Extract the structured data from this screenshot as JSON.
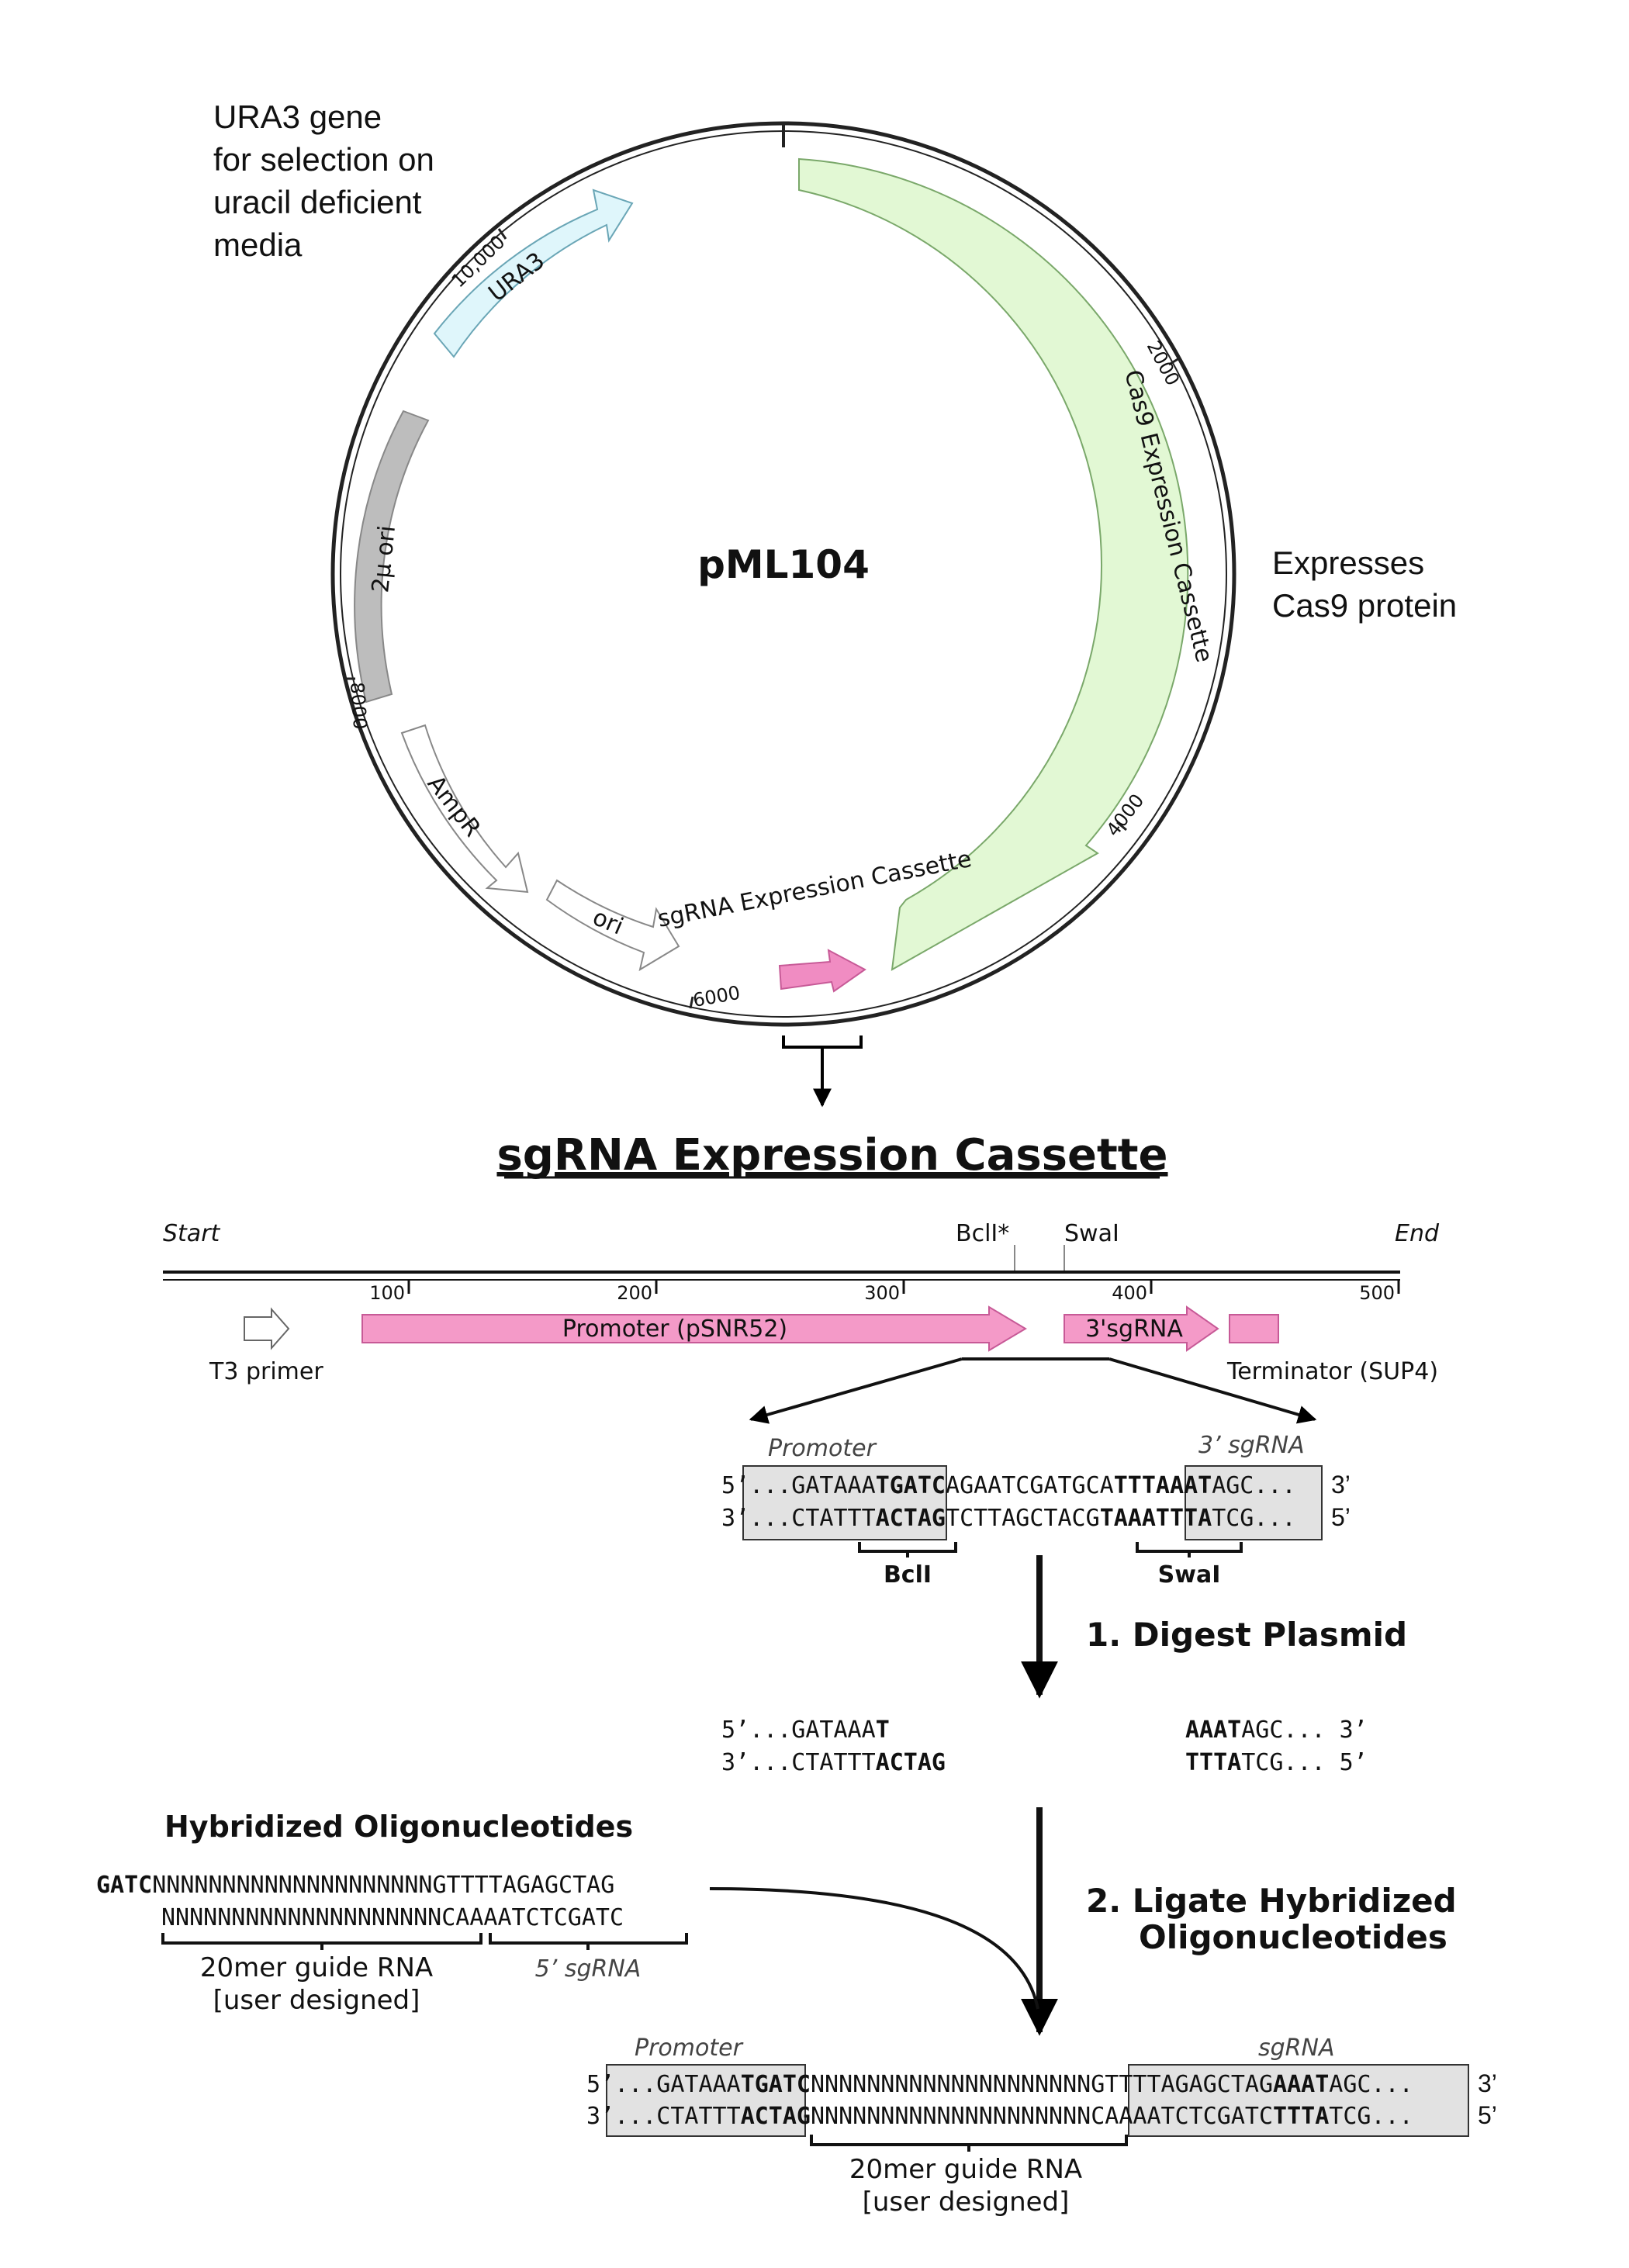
{
  "plasmid": {
    "name": "pML104",
    "features": {
      "ura3": "URA3",
      "two_micron": "2µ ori",
      "cas9": "Cas9 Expression Cassette",
      "ampr": "AmpR",
      "ori": "ori",
      "sgrna": "sgRNA Expression Cassette"
    },
    "ticks": {
      "t2000": "2000",
      "t4000": "4000",
      "t6000": "6000",
      "t8000": "8000",
      "t10000": "10,000"
    },
    "notes": {
      "ura3_line1": "URA3 gene",
      "ura3_line2": "for selection on",
      "ura3_line3": "uracil deficient",
      "ura3_line4": "media",
      "cas9_line1": "Expresses",
      "cas9_line2": "Cas9 protein"
    },
    "colors": {
      "ura3": "#dff6fb",
      "cas9": "#e2f8d4",
      "two_micron": "#bdbdbd",
      "sgrna": "#f08cc2"
    }
  },
  "cassette": {
    "title": "sgRNA Expression Cassette",
    "start": "Start",
    "end": "End",
    "bcli_site": "BclI*",
    "swai_site": "SwaI",
    "ticks": [
      "100",
      "200",
      "300",
      "400",
      "500"
    ],
    "promoter": "Promoter (pSNR52)",
    "sgrna3": "3'sgRNA",
    "t3_primer": "T3 primer",
    "terminator": "Terminator (SUP4)"
  },
  "zoom": {
    "promoter_label": "Promoter",
    "sgrna_label": "3’ sgRNA",
    "top_prefix": "5’...GATAAA",
    "top_bcli": "TGATC",
    "top_a": "A",
    "top_mid": "GAATCGATGCA",
    "top_swai": "TTTAAAT",
    "top_suffix": "AGC...",
    "top_end": "3’",
    "bot_prefix": "3’...CTATTT",
    "bot_bcli": "ACTAG",
    "bot_t": "T",
    "bot_mid": "CTTAGCTACG",
    "bot_swai": "TAAATTTA",
    "bot_suffix": "TCG...",
    "bot_end": "5’",
    "bcli_label": "BclI",
    "swai_label": "SwaI"
  },
  "step1": {
    "label": "1. Digest Plasmid",
    "l1_prefix": "5’...GATAAA",
    "l1_bold": "T",
    "l2_prefix": "3’...CTATTT",
    "l2_bold": "ACTAG",
    "r1_bold": "AAAT",
    "r1_suffix": "AGC... 3’",
    "r2_bold": "TTTA",
    "r2_suffix": "TCG... 5’"
  },
  "oligos": {
    "title": "Hybridized Oligonucleotides",
    "top_bold": "GATC",
    "top_seq": "NNNNNNNNNNNNNNNNNNNNGTTTTAGAGCTAG",
    "bottom_seq": "NNNNNNNNNNNNNNNNNNNNCAAAATCTCGATC",
    "guide_line1": "20mer guide RNA",
    "guide_line2": "[user designed]",
    "sgrna5": "5’ sgRNA"
  },
  "step2": {
    "line1": "2. Ligate Hybridized",
    "line2": "Oligonucleotides"
  },
  "final": {
    "promoter_label": "Promoter",
    "sgrna_label": "sgRNA",
    "top_prefix": "5’...GATAAA",
    "top_bold1": "TGATC",
    "top_mid": "NNNNNNNNNNNNNNNNNNNNGTTTTAGAGCTAG",
    "top_bold2": "AAAT",
    "top_suffix": "AGC...",
    "top_end": "3’",
    "bot_prefix": "3’...CTATTT",
    "bot_bold1": "ACTAG",
    "bot_mid": "NNNNNNNNNNNNNNNNNNNNCAAAATCTCGATC",
    "bot_bold2": "TTTA",
    "bot_suffix": "TCG...",
    "bot_end": "5’",
    "guide_line1": "20mer guide RNA",
    "guide_line2": "[user designed]"
  }
}
